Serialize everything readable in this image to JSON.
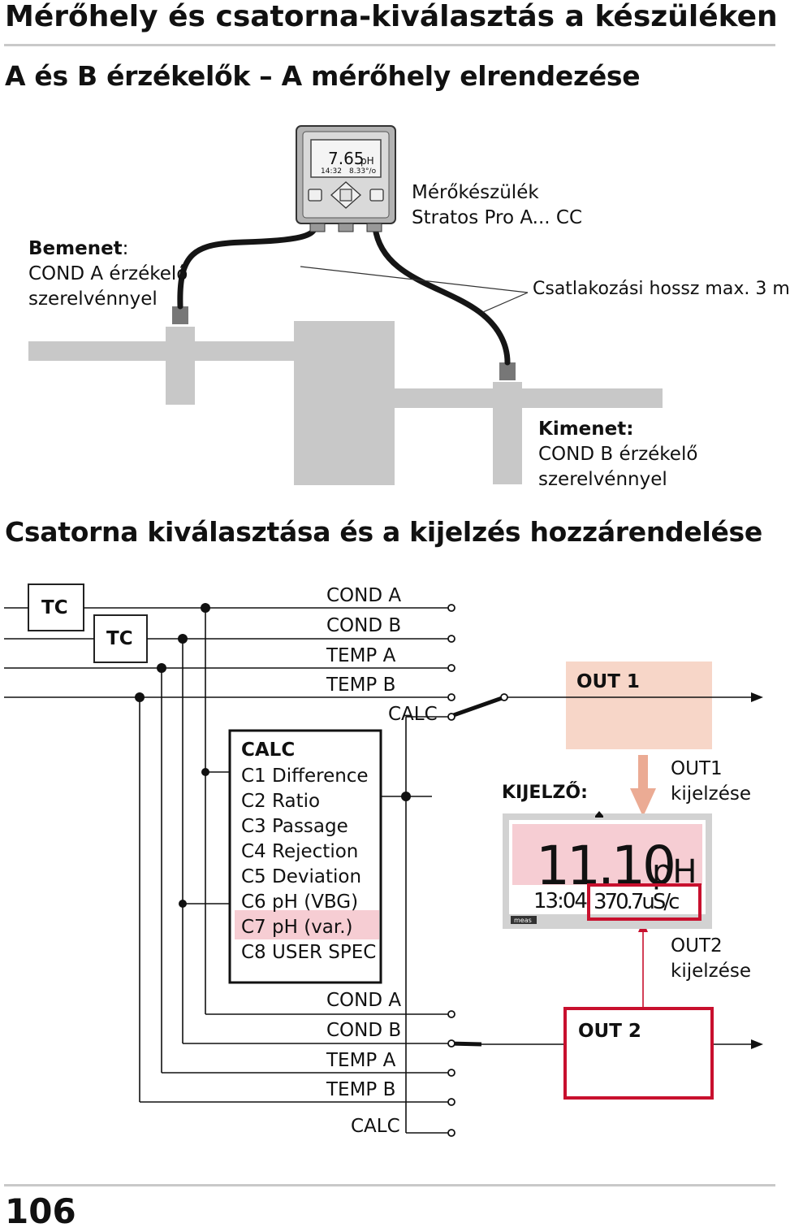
{
  "page": {
    "title": "Mérőhely és csatorna-kiválasztás a készüléken",
    "subtitle": "A és B érzékelők – A mérőhely elrendezése",
    "section2_title": "Csatorna kiválasztása és a kijelzés hozzárendelése",
    "page_number": "106"
  },
  "layout_figure": {
    "device_label_1": "Mérőkészülék",
    "device_label_2": "Stratos Pro A... CC",
    "cable_label": "Csatlakozási hossz max. 3 m",
    "input_title": "Bemenet",
    "input_colon": ":",
    "input_line_1": "COND A érzékelő",
    "input_line_2": "szerelvénnyel",
    "output_title": "Kimenet:",
    "output_line_1": "COND B érzékelő",
    "output_line_2": "szerelvénnyel",
    "device_display_main": "7.65",
    "device_display_unit": "pH",
    "device_display_time": "14:32",
    "device_display_temp": "8.33°/o"
  },
  "channel_figure": {
    "tc_a": "TC",
    "tc_b": "TC",
    "top_channels": [
      "COND A",
      "COND B",
      "TEMP A",
      "TEMP B"
    ],
    "calc_switch_label": "CALC",
    "calc_box_title": "CALC",
    "calc_options": [
      {
        "code": "C1",
        "name": "Difference"
      },
      {
        "code": "C2",
        "name": "Ratio"
      },
      {
        "code": "C3",
        "name": "Passage"
      },
      {
        "code": "C4",
        "name": "Rejection"
      },
      {
        "code": "C5",
        "name": "Deviation"
      },
      {
        "code": "C6",
        "name": "pH (VBG)"
      },
      {
        "code": "C7",
        "name": "pH (var.)"
      },
      {
        "code": "C8",
        "name": "USER SPEC"
      }
    ],
    "highlighted_option": "C7",
    "bottom_channels": [
      "COND A",
      "COND B",
      "TEMP A",
      "TEMP B"
    ],
    "bottom_calc_label": "CALC",
    "out1": "OUT 1",
    "out2": "OUT 2",
    "display_label": "KIJELZŐ:",
    "out1_display_1": "OUT1",
    "out1_display_2": "kijelzése",
    "out2_display_1": "OUT2",
    "out2_display_2": "kijelzése",
    "lcd_main_value": "11.10",
    "lcd_main_unit": "pH",
    "lcd_time": "13:04",
    "lcd_secondary": "370.7uS/c",
    "lcd_meas_label": "meas",
    "colors": {
      "out1_fill": "#f7d6c8",
      "out1_arrow": "#ebab94",
      "out2_border": "#c8102e",
      "highlight": "#f6cdd3",
      "lcd_top": "#f6cdd3",
      "line": "#111111",
      "pipe": "#c8c8c8"
    }
  }
}
